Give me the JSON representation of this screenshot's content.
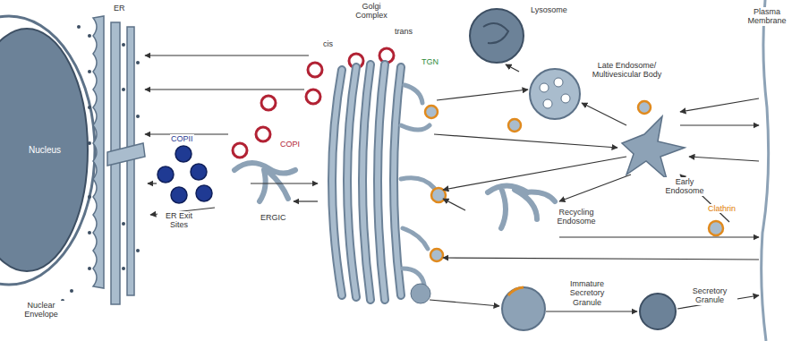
{
  "diagram": {
    "nodes": [
      {
        "text": [
          "Nucleus"
        ]
      }
    ],
    "labels": [
      "ER",
      "Nuclear Envelope",
      "COPII",
      "ER Exit Sites",
      "ERGIC",
      "COPI",
      "Golgi Complex",
      "cis",
      "trans",
      "TGN",
      "Lysosome",
      "Late Endosome/ Multivesicular Body",
      "Early Endosome",
      "Recycling Endosome",
      "Clathrin",
      "Immature Secretory Granule",
      "Secretory Granule",
      "Plasma Membrane"
    ]
  }
}
